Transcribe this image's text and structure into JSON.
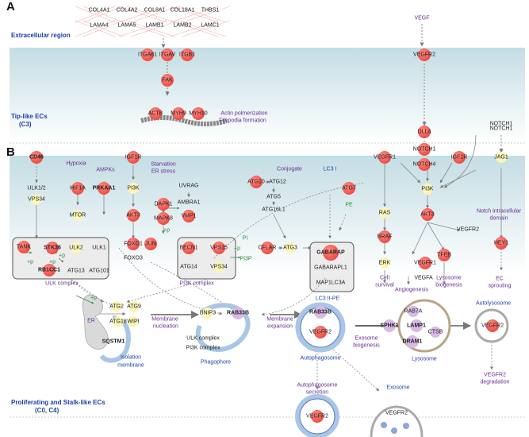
{
  "panels": {
    "a": "A",
    "b": "B"
  },
  "regions": {
    "extracellular": "Extracellular region",
    "tip_line1": "Tip-like ECs",
    "tip_line2": "(C3)",
    "prolif_line1": "Proliferating and Stalk-like ECs",
    "prolif_line2": "(C0, C4)"
  },
  "panel_a": {
    "collagens_row1": [
      "COL4A1",
      "COL4A2",
      "COL8A1",
      "COL18A1",
      "THBS1"
    ],
    "collagens_row2": [
      "LAMA4",
      "LAMA5",
      "LAMB1",
      "LAMB2",
      "LAMC1"
    ],
    "integrins": [
      "ITGA61",
      "ITGAV",
      "ITGB1"
    ],
    "fak": "FAK",
    "actin": [
      "ACTB",
      "MYH9",
      "MYH10"
    ],
    "actin_note_1": "Actin polmerization",
    "actin_note_2": "Filopodia formation",
    "vegf": "VEGF",
    "vegfr2": "VEGFR2",
    "dll4": "DLL4",
    "notch1_a": "NOTCH1",
    "notch1_b": "NOTCH1",
    "notch4_a": "NOTCH4"
  },
  "panel_b": {
    "cd46": "CD46",
    "ulk12": "ULK1/2",
    "vps34_top": "VPS34",
    "hypoxia": "Hypoxia",
    "ampks": "AMPKs",
    "hif1a": "HIF1A",
    "prkaa1": "PRKAA1",
    "mtor": "MTOR",
    "igf1r_1": "IGF1R",
    "pi3k_1": "PI3K",
    "akt3_1": "AKT3",
    "foxo1": "FOXO1",
    "jun": "JUN",
    "foxo3": "FOXO3",
    "starvation": "Starvation",
    "er_stress": "ER stress",
    "dapk1": "DAPK1",
    "mapk8": "MAPK8",
    "uvrag": "UVRAG",
    "ambra1": "AMBRA1",
    "vmp1": "VMP1",
    "p1": "+p",
    "atg10": "ATG10",
    "atg12": "ATG12",
    "atg5": "ATG5",
    "atg16l1": "ATG16L1",
    "conjugate": "Conjugate",
    "lc3i": "LC3 I",
    "atg7": "ATG7",
    "pe": "PE",
    "gabarap": "GABARAP",
    "gabarapl1": "GABARAPL1",
    "map1lc3a": "MAP1LC3A",
    "lc3ii_pe": "LC3 II-PE",
    "cflar": "CFLAR",
    "atg3": "ATG3",
    "tank": "TANK",
    "stk36": "STK36",
    "ulk2": "ULK2",
    "ulk1": "ULK1",
    "rb1cc1": "RB1CC1",
    "atg13": "ATG13",
    "atg101": "ATG101",
    "ulk_complex": "ULK complex",
    "p2": "+p",
    "p3": "+p",
    "p4": "+p",
    "beclin1": "BECN1",
    "vps15": "VPS15",
    "atg14": "ATG14",
    "vps34": "VPS34",
    "pi3k_complex": "PI3K complex",
    "pi": "PI",
    "pi3p": "PI3P",
    "p5": "+p",
    "vegfr1_1": "VEGFR1",
    "igf1r_2": "IGF1R",
    "jag1": "JAG1",
    "ras": "RAS",
    "pi3k_2": "PI3K",
    "braf": "BRAF",
    "akt3_2": "AKT3",
    "vegfr2_b": "VEGFR2",
    "erk": "ERK",
    "vegfr1_2": "VEGFR1",
    "vegfa": "VEGFA",
    "tfeb": "TFEB",
    "notch_domain_1": "Notch intracellular",
    "notch_domain_2": "domain",
    "hey1": "HEY1",
    "cell_survival_1": "Cell",
    "cell_survival_2": "survival",
    "angiogenesis": "Angiogenesis",
    "lyso_bio_1": "Lysosome",
    "lyso_bio_2": "biogenesis",
    "ec_sprout_1": "EC",
    "ec_sprout_2": "sprouting",
    "p6": "+p",
    "atg2": "ATG2",
    "atg9": "ATG9",
    "atg18": "ATG18",
    "wipi": "WIPI",
    "er": "ER",
    "sqstm1": "SQSTM1",
    "isolation_1": "Isolation",
    "isolation_2": "membrane",
    "membrane_nucl_1": "Membrane",
    "membrane_nucl_2": "nucleation",
    "bnip3": "BNIP3",
    "rab33b_1": "RAB33B",
    "ulk_complex_small": "ULK complex",
    "pi3k_complex_small": "PI3K complex",
    "phagophore": "Phagophore",
    "membrane_exp_1": "Membrane",
    "membrane_exp_2": "expansion",
    "rab33b_2": "RAB33B",
    "vegfr2_auto": "VEGFR2",
    "autophagosome": "Autophagosome",
    "sphk1": "SPHK1",
    "lamp1": "LAMP1",
    "dram1": "DRAM1",
    "rab7a": "RAB7A",
    "ctsb": "CTSB",
    "exo_bio_1": "Exosome",
    "exo_bio_2": "biogenesis",
    "lysosome": "Lysosome",
    "autolysosome": "Autolysosome",
    "vegfr2_autolyso": "VEGFR2",
    "vegfr2_degr_1": "VEGFR2",
    "vegfr2_degr_2": "degradation",
    "auto_secr_1": "Autophagosome",
    "auto_secr_2": "secretion",
    "exosome": "Exosome",
    "vegfr2_secr": "VEGFR2",
    "vegfr2_exo": "VEGFR2"
  },
  "colors": {
    "red_node": "#ef5b54",
    "yellow_node": "#fbf5b8",
    "purple_node": "#d9b9e6",
    "membrane": "#dfeef3",
    "complex_box": "#ececec",
    "label_purple": "#6b2f95",
    "label_blue": "#2244aa",
    "plus_p_green": "#2a8a3e"
  }
}
